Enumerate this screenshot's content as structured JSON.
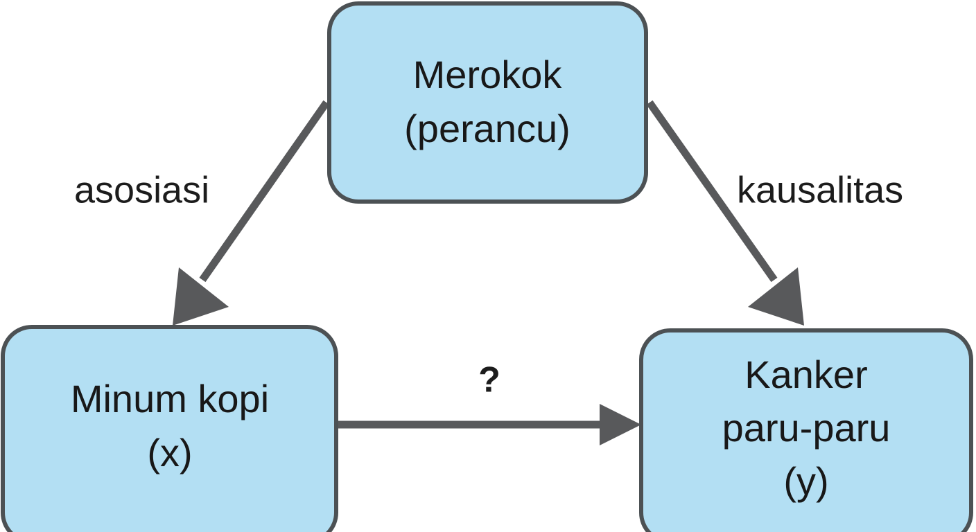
{
  "diagram": {
    "type": "confounder-causal-diagram",
    "language": "id",
    "background_color": "#ffffff",
    "node_fill_color": "#b3dff3",
    "node_border_color": "#4c5154",
    "edge_color": "#58595b",
    "text_color": "#181818",
    "nodes": [
      {
        "id": "confounder",
        "name": "merokok-node",
        "lines": [
          "Merokok",
          "(perancu)"
        ],
        "position": "top-center"
      },
      {
        "id": "exposure",
        "name": "minum-kopi-node",
        "lines": [
          "Minum kopi",
          "(x)"
        ],
        "position": "bottom-left"
      },
      {
        "id": "outcome",
        "name": "kanker-paru-paru-node",
        "lines": [
          "Kanker",
          "paru-paru",
          "(y)"
        ],
        "position": "bottom-right"
      }
    ],
    "edges": [
      {
        "id": "edge-asosiasi",
        "name": "arrow-merokok-to-minum-kopi",
        "label": "asosiasi",
        "from": "confounder",
        "to": "exposure",
        "direction": "down-left",
        "label_position": "left"
      },
      {
        "id": "edge-kausalitas",
        "name": "arrow-merokok-to-kanker",
        "label": "kausalitas",
        "from": "confounder",
        "to": "outcome",
        "direction": "down-right",
        "label_position": "right"
      },
      {
        "id": "edge-unknown",
        "name": "arrow-minum-kopi-to-kanker",
        "label": "?",
        "from": "exposure",
        "to": "outcome",
        "direction": "right",
        "label_position": "above-center"
      }
    ]
  }
}
